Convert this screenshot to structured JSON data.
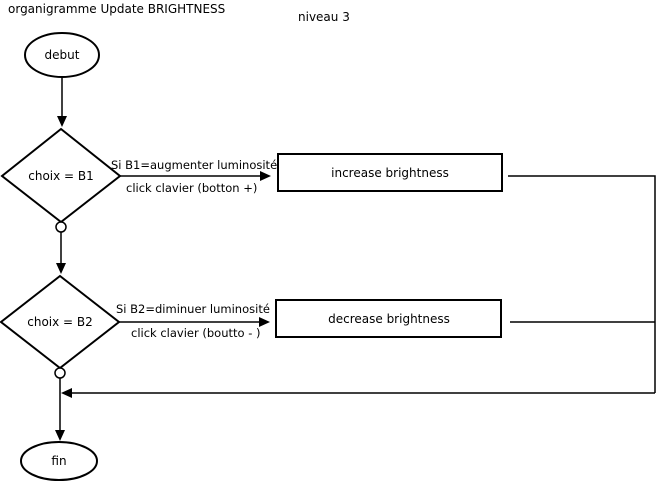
{
  "title": "organigramme Update BRIGHTNESS",
  "level": "niveau 3",
  "start": "debut",
  "end": "fin",
  "decision1": {
    "label": "choix = B1",
    "condition": "Si B1=augmenter luminosité",
    "action_note": "click clavier (botton +)",
    "process": "increase brightness"
  },
  "decision2": {
    "label": "choix = B2",
    "condition": "Si B2=diminuer luminosité",
    "action_note": "click clavier (boutto - )",
    "process": "decrease brightness"
  }
}
